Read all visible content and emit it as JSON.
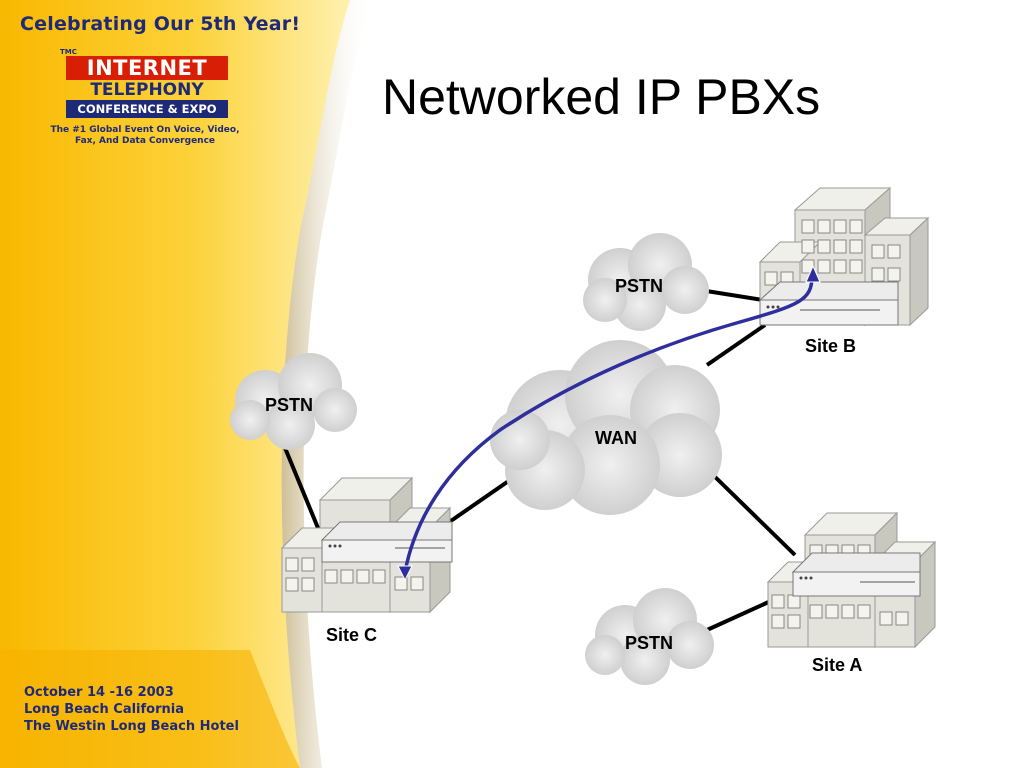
{
  "sidebar": {
    "banner": "Celebrating Our 5th Year!",
    "logo": {
      "tmc": "TMC",
      "line1": "INTERNET",
      "line2": "TELEPHONY",
      "line3": "CONFERENCE & EXPO"
    },
    "tagline": [
      "The #1 Global Event On Voice, Video,",
      "Fax, And Data Convergence"
    ],
    "event_info": [
      "October 14 -16 2003",
      "Long Beach California",
      "The Westin Long Beach Hotel"
    ]
  },
  "slide": {
    "title": "Networked IP PBXs"
  },
  "diagram": {
    "wan_label": "WAN",
    "pstn_label": "PSTN",
    "sites": {
      "a": "Site A",
      "b": "Site B",
      "c": "Site C"
    },
    "colors": {
      "call_path": "#2e2e9c",
      "cloud": "#d6d6d6",
      "building": "#e3e3db",
      "accent_yellow": "#f8c21a",
      "brand_blue": "#1e2a78",
      "brand_red": "#d81e05"
    }
  }
}
